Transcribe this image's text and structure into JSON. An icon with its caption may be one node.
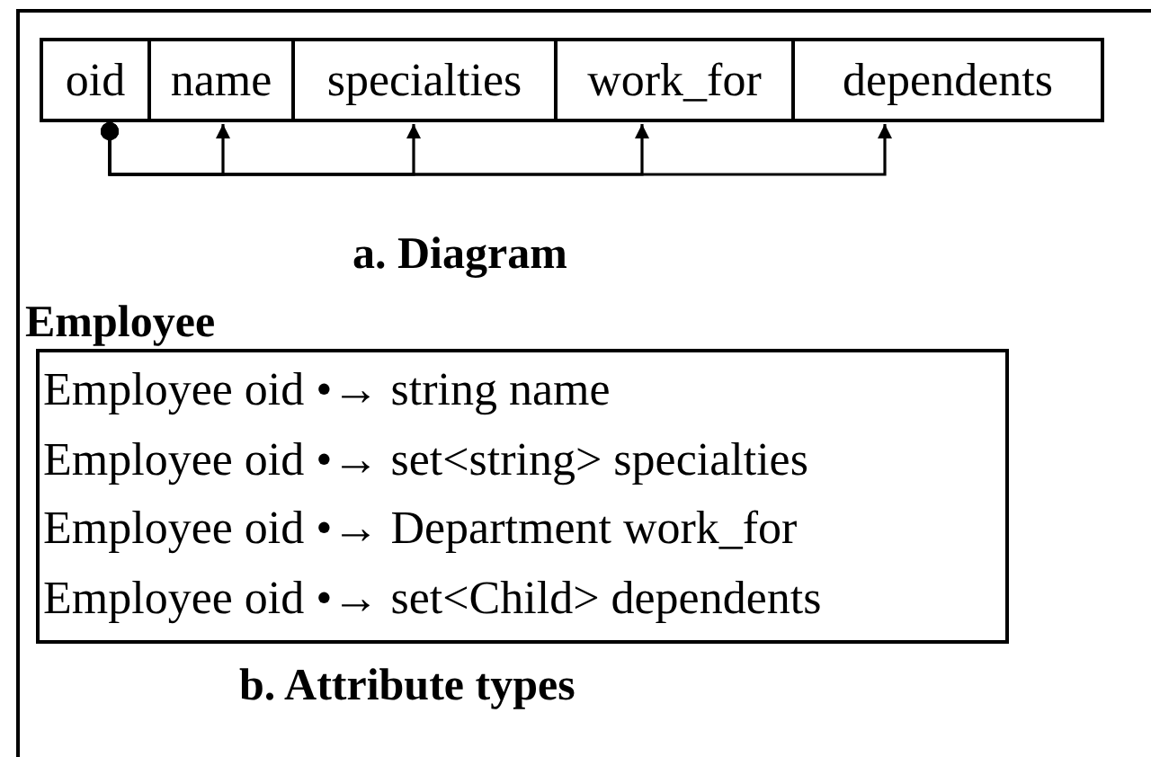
{
  "diagram": {
    "nodes": [
      {
        "text": [
          "oid"
        ]
      },
      {
        "text": [
          "name"
        ]
      },
      {
        "text": [
          "specialties"
        ]
      },
      {
        "text": [
          "work_for"
        ]
      },
      {
        "text": [
          "dependents"
        ]
      },
      {
        "text": [
          "Employee",
          "Employee oid •→ string name",
          "Employee oid •→ set<string> specialties",
          "Employee oid •→ Department work_for",
          "Employee oid •→ set<Child> dependents"
        ]
      }
    ],
    "edges": [
      {
        "from": 0,
        "to": 1,
        "arrow": "to"
      },
      {
        "from": 0,
        "to": 2,
        "arrow": "to"
      },
      {
        "from": 0,
        "to": 3,
        "arrow": "to"
      },
      {
        "from": 0,
        "to": 4,
        "arrow": "to"
      }
    ],
    "labels": [
      "a. Diagram",
      "b. Attribute types"
    ]
  }
}
